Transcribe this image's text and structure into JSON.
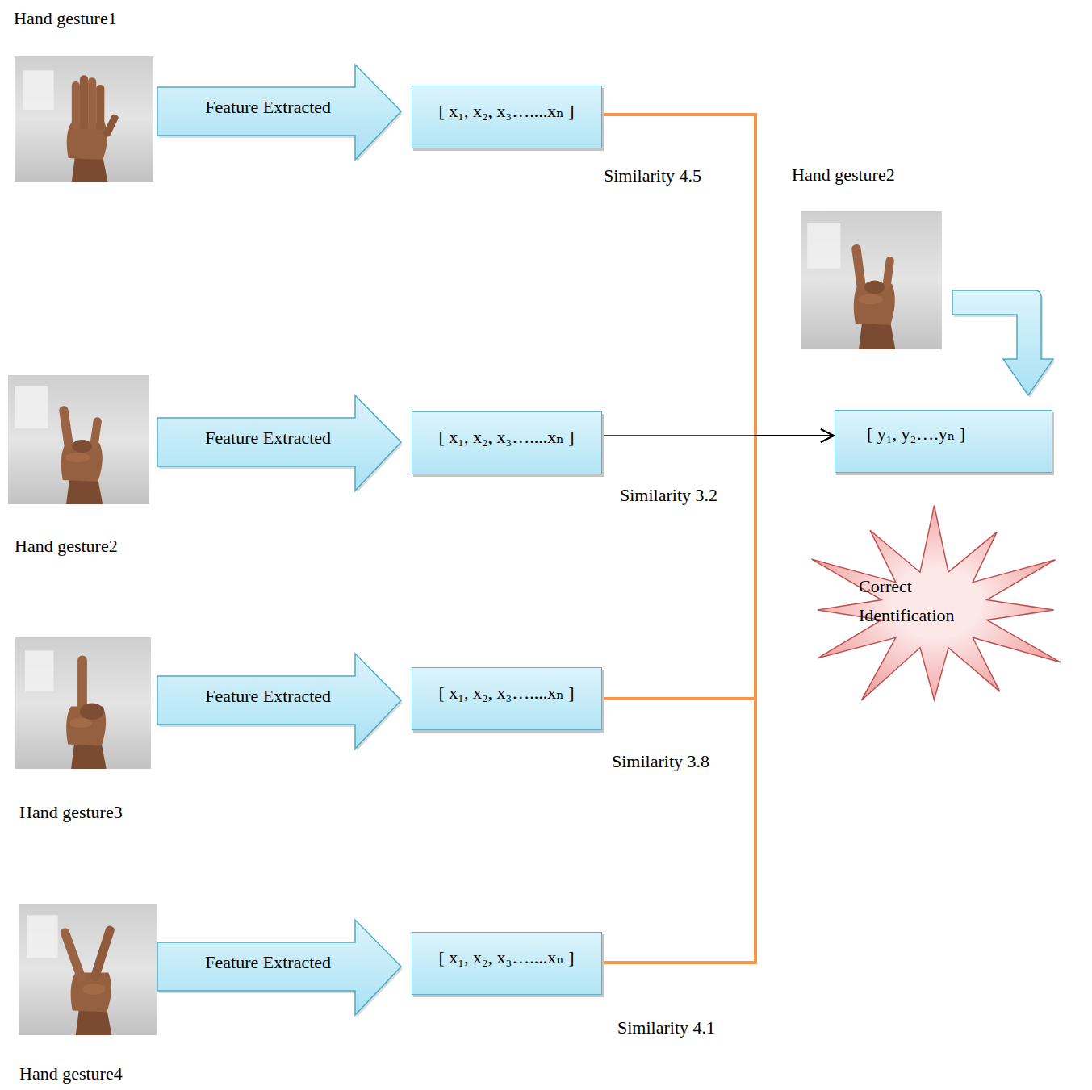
{
  "diagram": {
    "nodes": [
      {
        "text": [
          "Feature Extracted"
        ]
      },
      {
        "text": [
          "[ x₁, x₂, x₃…....xₙ ]"
        ]
      },
      {
        "text": [
          "Feature Extracted"
        ]
      },
      {
        "text": [
          "[ x₁, x₂, x₃…....xₙ ]"
        ]
      },
      {
        "text": [
          "Feature Extracted"
        ]
      },
      {
        "text": [
          "[ x₁, x₂, x₃…....xₙ ]"
        ]
      },
      {
        "text": [
          "Feature Extracted"
        ]
      },
      {
        "text": [
          "[ x₁, x₂, x₃…....xₙ ]"
        ]
      },
      {
        "text": [
          "[ y₁, y₂….yₙ ]"
        ]
      },
      {
        "text": [
          "Correct Identification"
        ]
      }
    ],
    "edges": [
      {
        "from": 1,
        "to": 8,
        "arrow": "to"
      },
      {
        "from": 3,
        "to": 8,
        "arrow": "to"
      },
      {
        "from": 5,
        "to": 8,
        "arrow": "to"
      },
      {
        "from": 7,
        "to": 8,
        "arrow": "to"
      }
    ],
    "labels": [
      "Hand gesture1",
      "Similarity 4.5",
      "Hand gesture2",
      "Similarity 3.2",
      "Hand gesture2",
      "Similarity 3.8",
      "Hand gesture3",
      "Similarity 4.1",
      "Hand gesture4"
    ]
  }
}
